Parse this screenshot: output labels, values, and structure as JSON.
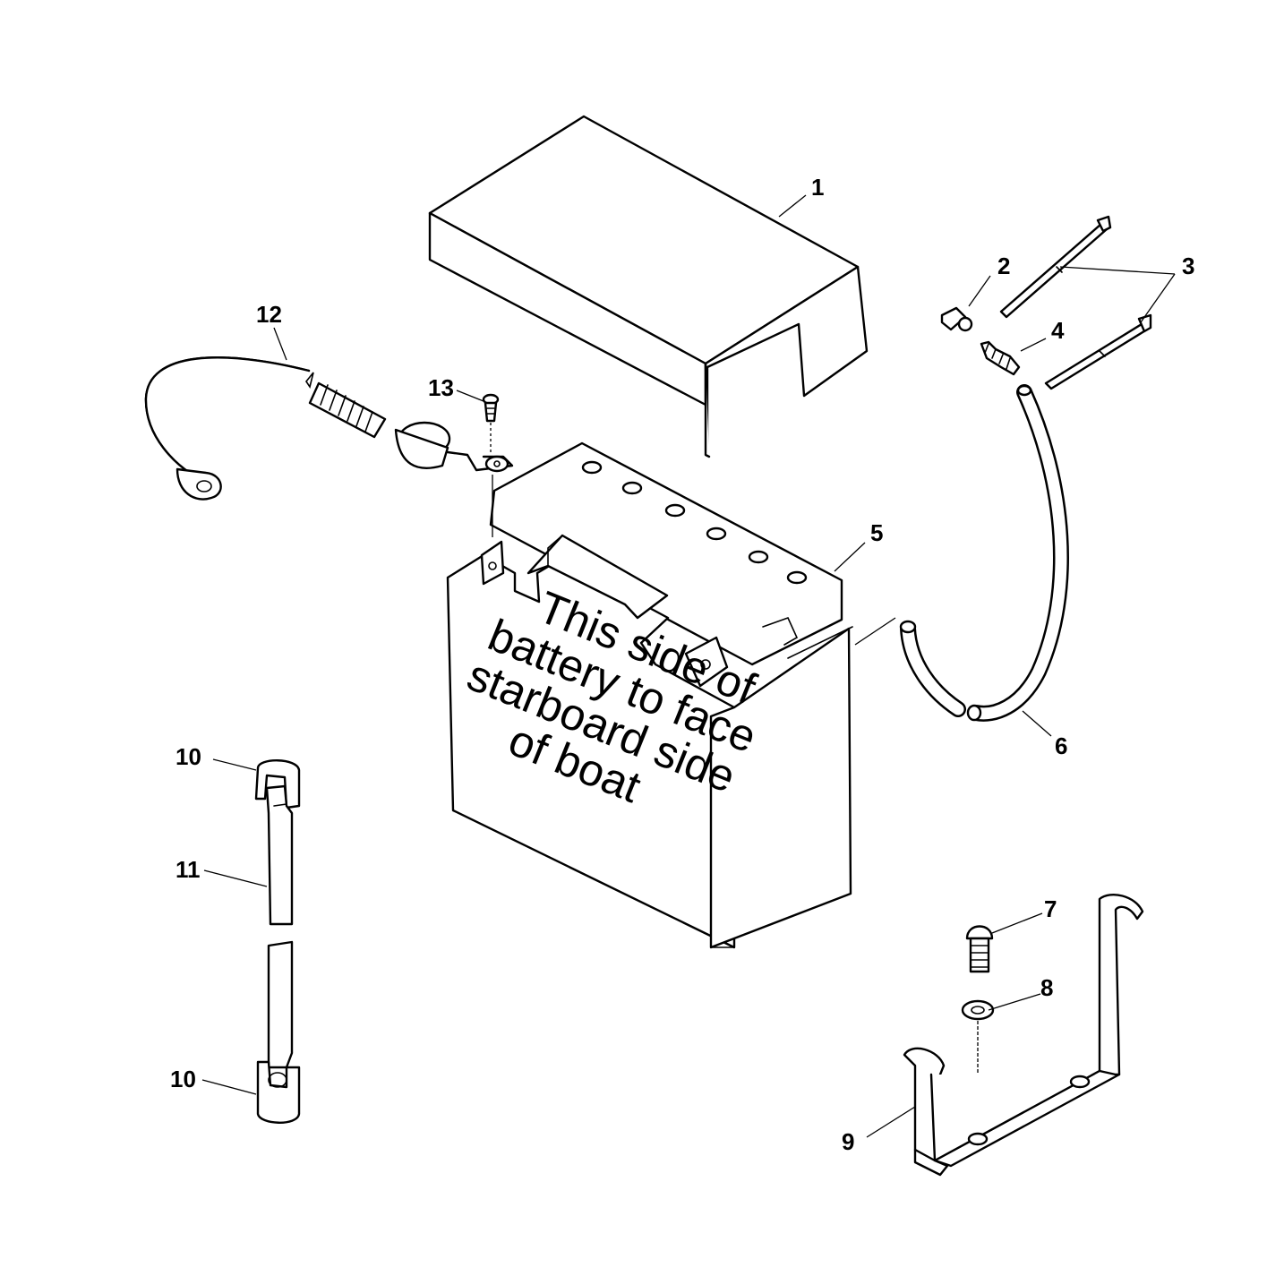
{
  "callouts": {
    "c1": "1",
    "c2": "2",
    "c3": "3",
    "c4": "4",
    "c5": "5",
    "c6": "6",
    "c7": "7",
    "c8": "8",
    "c9": "9",
    "c10_top": "10",
    "c10_bottom": "10",
    "c11": "11",
    "c12": "12",
    "c13": "13"
  },
  "battery_label": {
    "line1": "This side of",
    "line2": "battery to face",
    "line3": "starboard side",
    "line4": "of boat"
  }
}
